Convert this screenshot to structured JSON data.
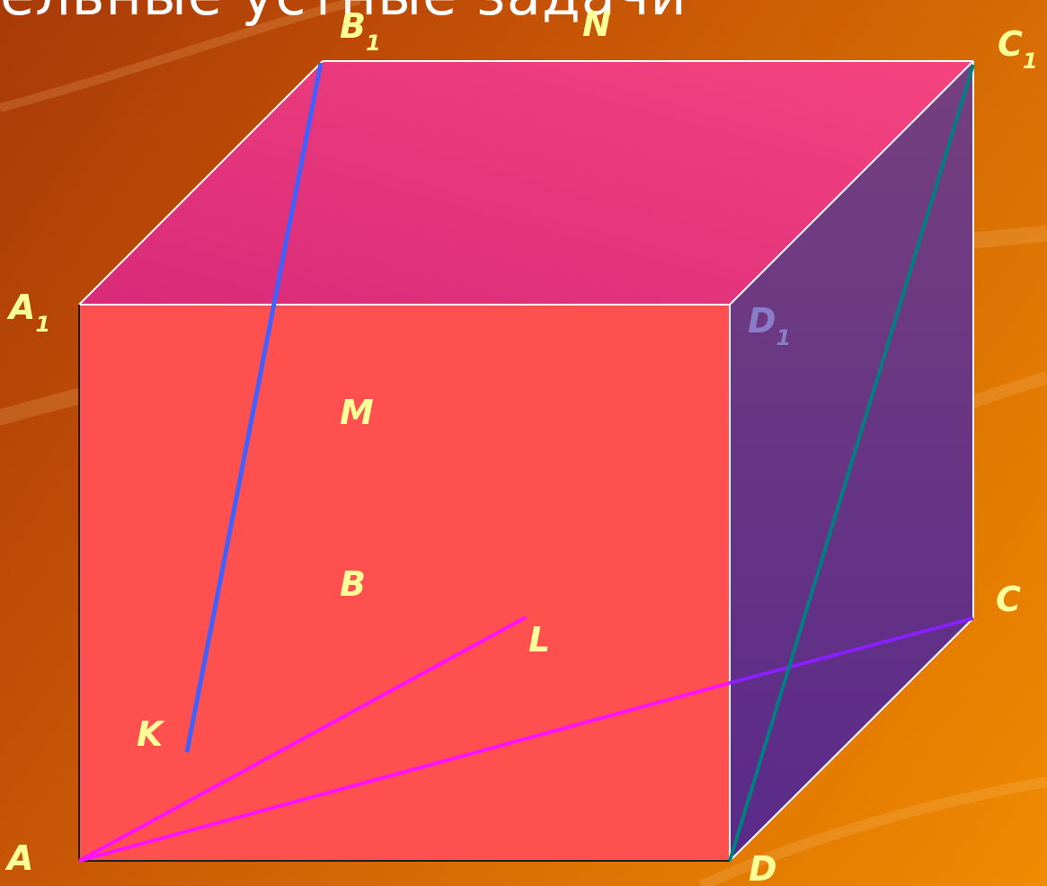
{
  "slide": {
    "title": "ельные устные задачи"
  },
  "diagram": {
    "vertices": {
      "A": {
        "letter": "A",
        "sub": ""
      },
      "A1": {
        "letter": "A",
        "sub": "1"
      },
      "B": {
        "letter": "B",
        "sub": ""
      },
      "B1": {
        "letter": "B",
        "sub": "1"
      },
      "C": {
        "letter": "C",
        "sub": ""
      },
      "C1": {
        "letter": "C",
        "sub": "1"
      },
      "D": {
        "letter": "D",
        "sub": ""
      },
      "D1": {
        "letter": "D",
        "sub": "1"
      }
    },
    "points": {
      "K": "K",
      "L": "L",
      "M": "M",
      "N": "N"
    },
    "colors": {
      "front_face": "#ff5050",
      "top_face": "#e8307a",
      "side_face": "#6a2f8e",
      "edge": "#ffffff",
      "segment_b1k": "#4060ff",
      "segment_al": "#ff10ff",
      "segment_ac": "#ff10ff",
      "segment_dc1": "#008080",
      "label": "#ffff99",
      "label_d1": "#8a7dc8"
    }
  }
}
